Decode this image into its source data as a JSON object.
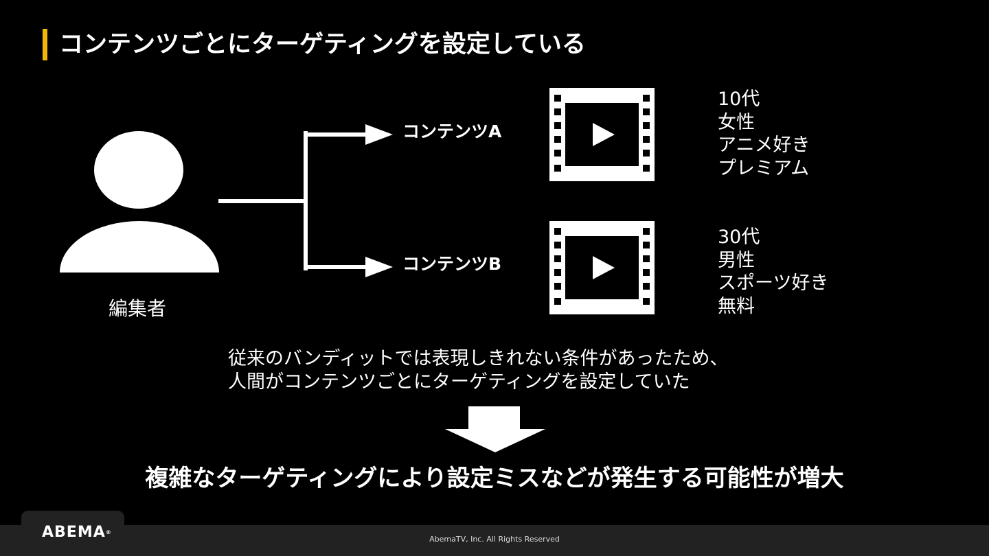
{
  "slide": {
    "title": "コンテンツごとにターゲティングを設定している",
    "editor_label": "編集者",
    "contents": [
      {
        "label": "コンテンツA",
        "attributes": [
          "10代",
          "女性",
          "アニメ好き",
          "プレミアム"
        ]
      },
      {
        "label": "コンテンツB",
        "attributes": [
          "30代",
          "男性",
          "スポーツ好き",
          "無料"
        ]
      }
    ],
    "description": [
      "従来のバンディットでは表現しきれない条件があったため、",
      "人間がコンテンツごとにターゲティングを設定していた"
    ],
    "conclusion": "複雑なターゲティングにより設定ミスなどが発生する可能性が増大"
  },
  "footer": {
    "logo": "ABEMA",
    "logo_mark": "®",
    "copyright": "AbemaTV, Inc. All Rights Reserved"
  },
  "colors": {
    "background": "#000000",
    "foreground": "#ffffff",
    "accent": "#f2b705",
    "footer": "#222222"
  }
}
